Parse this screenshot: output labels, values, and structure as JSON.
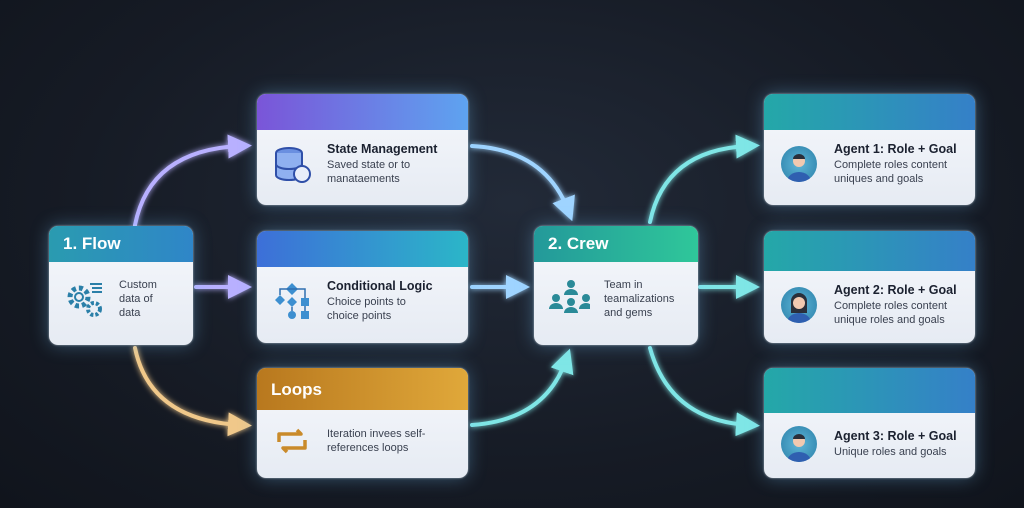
{
  "flow": {
    "title": "1. Flow",
    "desc": "Custom data of data",
    "icon": "gears-icon"
  },
  "state": {
    "title": "State Management",
    "desc": "Saved state or to manataements",
    "icon": "database-sync-icon"
  },
  "conditional": {
    "title": "Conditional Logic",
    "desc": "Choice points to choice points",
    "icon": "flowchart-icon"
  },
  "loops": {
    "title": "Loops",
    "desc": "Iteration invees self-references loops",
    "icon": "loop-icon"
  },
  "crew": {
    "title": "2. Crew",
    "desc": "Team in teamalizations and gems",
    "icon": "team-icon"
  },
  "agents": [
    {
      "title": "Agent 1: Role + Goal",
      "desc": "Complete roles content uniques and goals",
      "icon": "avatar-male-icon"
    },
    {
      "title": "Agent 2: Role + Goal",
      "desc": "Complete roles content unique roles and goals",
      "icon": "avatar-female-icon"
    },
    {
      "title": "Agent 3: Role + Goal",
      "desc": "Unique roles and goals",
      "icon": "avatar-male-icon"
    }
  ],
  "colors": {
    "background": "#161b25",
    "flow": "#2a9bb0",
    "state_from": "#7a55d8",
    "state_to": "#5ea3f0",
    "conditional_from": "#3d6fd8",
    "conditional_to": "#2bb6c8",
    "loops": "#c98a2a",
    "crew": "#2bb59a",
    "agent": "#24a8a8"
  }
}
